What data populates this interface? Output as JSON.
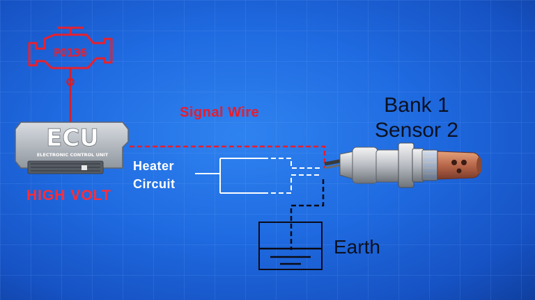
{
  "dtc_code": "P0136",
  "sensor_label_line1": "Bank 1",
  "sensor_label_line2": "Sensor 2",
  "signal_wire_label": "Signal Wire",
  "ecu": {
    "title": "ECU",
    "subtitle": "ELECTRONIC CONTROL UNIT"
  },
  "high_volt_label": "HIGH VOLT",
  "heater_label_line1": "Heater",
  "heater_label_line2": "Circuit",
  "earth_label": "Earth",
  "colors": {
    "signal": "#e81c2c",
    "check_engine": "#e8202e",
    "heater_wire": "#ffffff",
    "earth_wire": "#0a0a14",
    "background": "#1f6ae0"
  }
}
